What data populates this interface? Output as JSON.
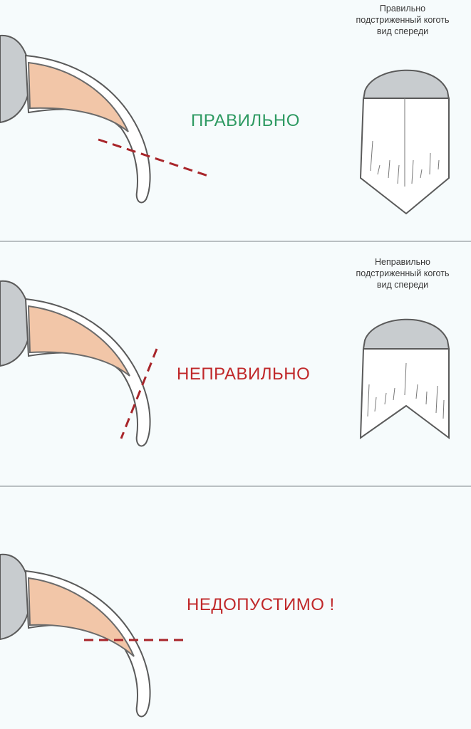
{
  "colors": {
    "correct": "#2e9a62",
    "wrong": "#c0282a",
    "cut_line": "#a8252a",
    "quick": "#f2c6a8",
    "paw": "#c8cccf",
    "outline": "#5a5a5a"
  },
  "panels": [
    {
      "verdict": "ПРАВИЛЬНО",
      "verdict_color": "#2e9a62",
      "cut": "correct",
      "caption": [
        "Правильно",
        "подстриженный коготь",
        "вид спереди"
      ]
    },
    {
      "verdict": "НЕПРАВИЛЬНО",
      "verdict_color": "#c0282a",
      "cut": "wrong",
      "caption": [
        "Неправильно",
        "подстриженный коготь",
        "вид спереди"
      ]
    },
    {
      "verdict": "НЕДОПУСТИМО !",
      "verdict_color": "#c0282a",
      "cut": "unacceptable",
      "caption": []
    }
  ]
}
